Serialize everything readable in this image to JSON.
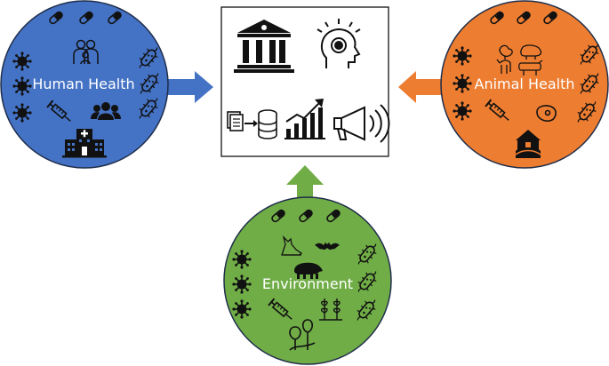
{
  "colors": {
    "human": "#4472c4",
    "animal": "#ed7d31",
    "environment": "#70ad47",
    "outline": "#1f2d4a",
    "icon": "#111111"
  },
  "nodes": {
    "human": {
      "label": "Human Health"
    },
    "animal": {
      "label": "Animal Health"
    },
    "environment": {
      "label": "Environment"
    }
  },
  "center_box": {
    "icons": [
      "institution-icon",
      "idea-head-icon",
      "document-to-database-icon",
      "growth-chart-icon",
      "megaphone-icon"
    ]
  },
  "circle_icons": {
    "human": [
      "pill-icon",
      "virus-icon",
      "syringe-icon",
      "bacteria-icon",
      "family-icon",
      "group-icon",
      "hospital-icon"
    ],
    "animal": [
      "pill-icon",
      "virus-icon",
      "syringe-icon",
      "bacteria-icon",
      "livestock-icon",
      "meat-icon",
      "farm-icon"
    ],
    "environment": [
      "pill-icon",
      "virus-icon",
      "syringe-icon",
      "bacteria-icon",
      "wolf-icon",
      "bat-icon",
      "boar-icon",
      "crops-icon",
      "trees-icon"
    ]
  }
}
